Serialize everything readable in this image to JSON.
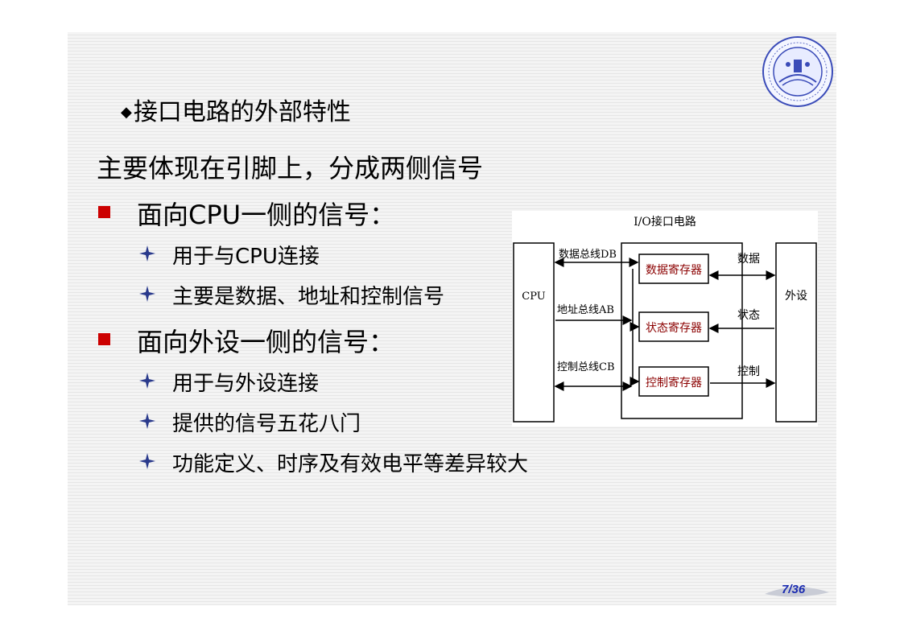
{
  "subtitle": "接口电路的外部特性",
  "subtitle_marker": "◆",
  "intro": "主要体现在引脚上，分成两侧信号",
  "sections": [
    {
      "heading_pre": "面向",
      "heading_latin": "CPU",
      "heading_post": "一侧的信号：",
      "items": [
        {
          "pre": "用于与",
          "latin": "CPU",
          "post": "连接"
        },
        {
          "pre": "主要是数据、地址和控制信号",
          "latin": "",
          "post": ""
        }
      ]
    },
    {
      "heading_pre": "面向外设一侧的信号：",
      "heading_latin": "",
      "heading_post": "",
      "items": [
        {
          "pre": "用于与外设连接",
          "latin": "",
          "post": ""
        },
        {
          "pre": "提供的信号五花八门",
          "latin": "",
          "post": ""
        },
        {
          "pre": "功能定义、时序及有效电平等差异较大",
          "latin": "",
          "post": ""
        }
      ]
    }
  ],
  "diagram": {
    "title": "I/O接口电路",
    "cpu_label": "CPU",
    "peripheral_label": "外设",
    "bus_labels": [
      "数据总线DB",
      "地址总线AB",
      "控制总线CB"
    ],
    "registers": [
      "数据寄存器",
      "状态寄存器",
      "控制寄存器"
    ],
    "signal_labels": [
      "数据",
      "状态",
      "控制"
    ]
  },
  "page": "7/36",
  "colors": {
    "bullet": "#cc0000",
    "star": "#2a3a8c",
    "register_text": "#8b0000",
    "page_number": "#1a2bb0",
    "logo": "#3a4bb8"
  }
}
